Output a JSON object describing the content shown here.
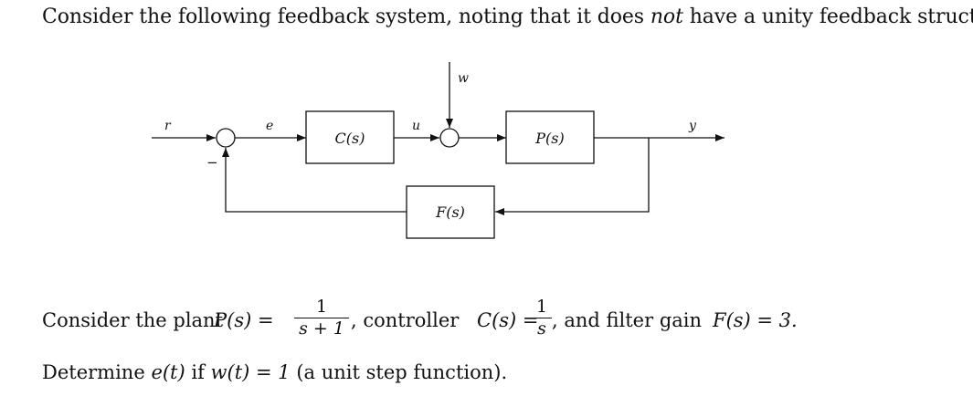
{
  "intro": {
    "before": "Consider the following feedback system, noting that it does ",
    "emphasis": "not",
    "after": " have a unity feedback structure:"
  },
  "diagram": {
    "signals": {
      "r": "r",
      "e": "e",
      "u": "u",
      "w": "w",
      "y": "y",
      "minus": "−"
    },
    "blocks": {
      "controller": "C(s)",
      "plant": "P(s)",
      "filter": "F(s)"
    }
  },
  "problem": {
    "plant_label": "Consider the plant ",
    "plant_lhs": "P(s) =",
    "plant_num": "1",
    "plant_den": "s + 1",
    "sep1": ", controller ",
    "controller_lhs": "C(s) =",
    "controller_num": "1",
    "controller_den": "s",
    "sep2": ", and filter gain ",
    "filter_eq": "F(s) = 3.",
    "task_prefix": "Determine ",
    "task_e": "e(t)",
    "task_if": " if ",
    "task_w": "w(t) = 1",
    "task_suffix": " (a unit step function)."
  }
}
